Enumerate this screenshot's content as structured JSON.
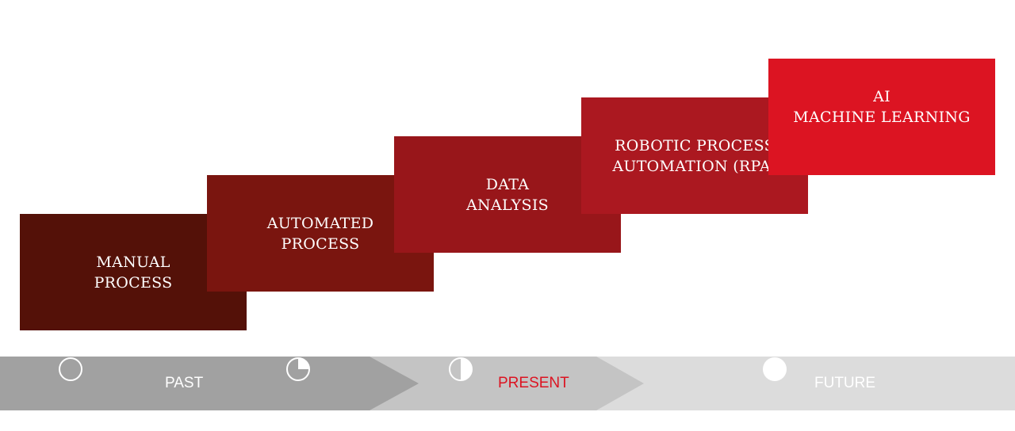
{
  "colors": {
    "step_1": "#541108",
    "step_2": "#7a150f",
    "step_3": "#98161a",
    "step_4": "#ab1820",
    "step_5": "#dc1422",
    "past_band": "#a1a1a1",
    "present_band": "#c4c4c4",
    "future_band": "#dcdcdc",
    "present_text": "#dc1422"
  },
  "steps": [
    {
      "line1": "MANUAL",
      "line2": "PROCESS"
    },
    {
      "line1": "AUTOMATED",
      "line2": "PROCESS"
    },
    {
      "line1": "DATA",
      "line2": "ANALYSIS"
    },
    {
      "line1": "ROBOTIC PROCESS",
      "line2": "AUTOMATION (RPA)"
    },
    {
      "line1": "AI",
      "line2": "MACHINE LEARNING"
    }
  ],
  "timeline": {
    "past": "PAST",
    "present": "PRESENT",
    "future": "FUTURE",
    "icons": [
      {
        "name": "empty-circle-icon",
        "fill_fraction": 0
      },
      {
        "name": "quarter-pie-icon",
        "fill_fraction": 0.25
      },
      {
        "name": "half-pie-icon",
        "fill_fraction": 0.5
      },
      {
        "name": "full-circle-icon",
        "fill_fraction": 1
      }
    ]
  }
}
